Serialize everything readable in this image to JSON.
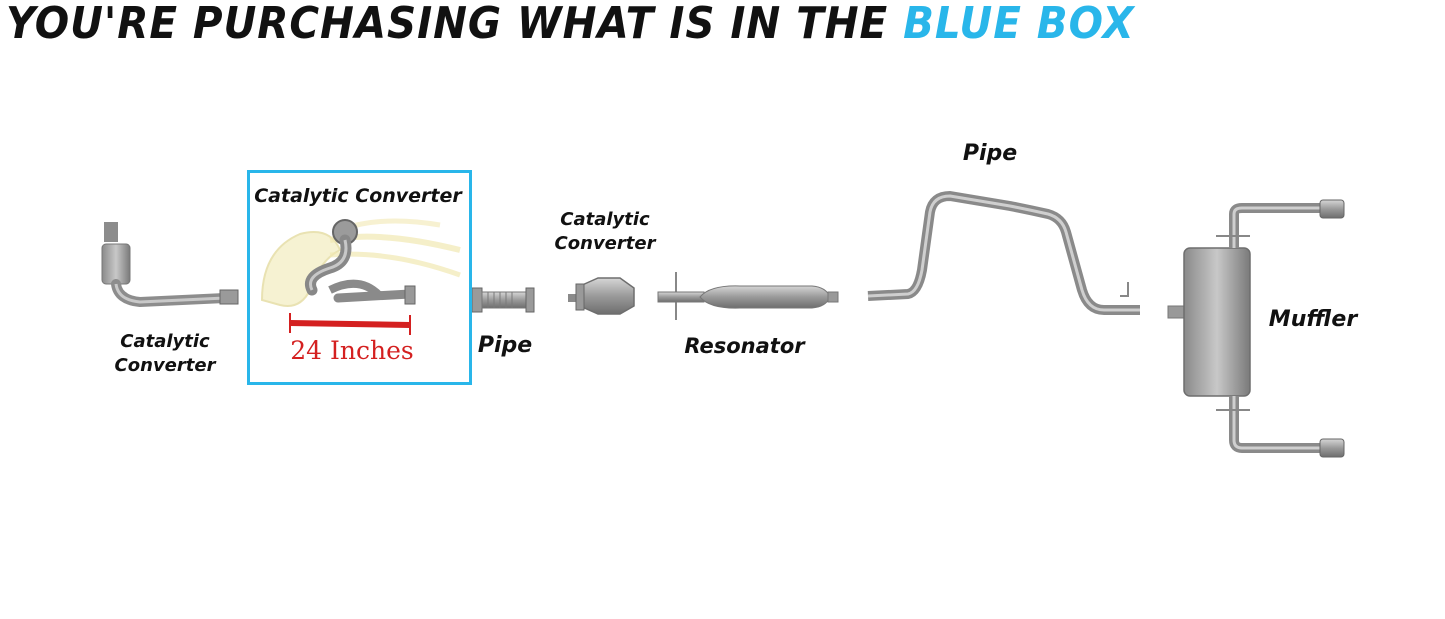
{
  "headline": {
    "prefix": "YOU'RE PURCHASING WHAT IS IN THE",
    "highlight": "BLUE BOX",
    "highlight_color": "#29b6ea"
  },
  "labels": {
    "cc_left_line1": "Catalytic",
    "cc_left_line2": "Converter",
    "cc_boxed": "Catalytic Converter",
    "cc_mid_line1": "Catalytic",
    "cc_mid_line2": "Converter",
    "pipe_front": "Pipe",
    "resonator": "Resonator",
    "pipe_rear": "Pipe",
    "muffler": "Muffler"
  },
  "dimension": {
    "text": "24 Inches",
    "color": "#d42020"
  },
  "box_color": "#29b6ea"
}
